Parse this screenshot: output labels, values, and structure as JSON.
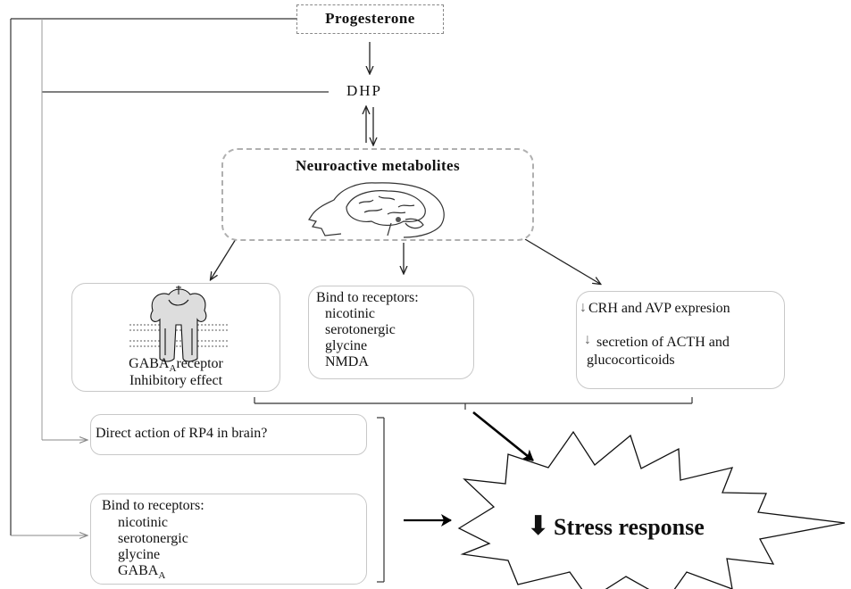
{
  "progesterone": "Progesterone",
  "dhp": "DHP",
  "neuroactive": "Neuroactive metabolites",
  "gaba_box": {
    "receptor_main": "GABA",
    "receptor_sub": "A",
    "receptor_suffix": "receptor",
    "effect": "Inhibitory effect"
  },
  "receptors_box": {
    "title": "Bind to receptors:",
    "items": [
      "nicotinic",
      "serotonergic",
      "glycine",
      "NMDA"
    ]
  },
  "hpa_box": {
    "line1": "CRH and AVP expresion",
    "line2": "secretion of ACTH and",
    "line3": "glucocorticoids",
    "arrow_glyph": "↓"
  },
  "direct_action": "Direct action of RP4 in brain?",
  "receptors_box2": {
    "title": "Bind to receptors:",
    "items": [
      "nicotinic",
      "serotonergic",
      "glycine",
      "GABA"
    ],
    "last_sub": "A"
  },
  "stress": {
    "arrow_glyph": "⬇",
    "label": "Stress response"
  }
}
